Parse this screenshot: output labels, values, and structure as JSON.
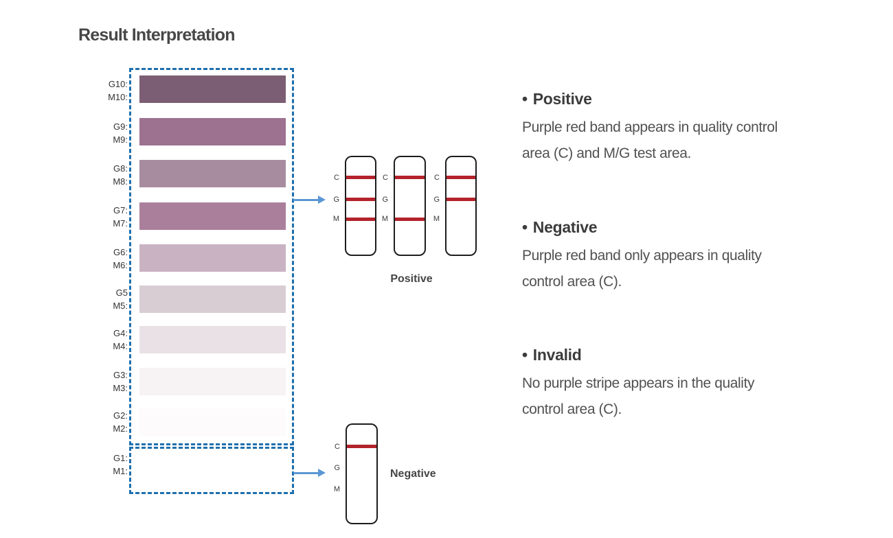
{
  "title": "Result Interpretation",
  "scale": {
    "box_color": "#1e6fad",
    "rows": [
      {
        "g": "G10:",
        "m": "M10:",
        "color": "#7b5e73"
      },
      {
        "g": "G9:",
        "m": "M9:",
        "color": "#9d7190"
      },
      {
        "g": "G8:",
        "m": "M8:",
        "color": "#a78ca0"
      },
      {
        "g": "G7:",
        "m": "M7:",
        "color": "#aa7f9b"
      },
      {
        "g": "G6:",
        "m": "M6:",
        "color": "#c9b3c3"
      },
      {
        "g": "G5",
        "m": "M5:",
        "color": "#d9cdd4"
      },
      {
        "g": "G4:",
        "m": "M4:",
        "color": "#e9e1e5"
      },
      {
        "g": "G3:",
        "m": "M3:",
        "color": "#f7f2f4"
      },
      {
        "g": "G2:",
        "m": "M2:",
        "color": "#fdfbfc"
      },
      {
        "g": "G1:",
        "m": "M1:",
        "color": "#ffffff"
      }
    ]
  },
  "cassettes": {
    "band_color": "#b3232b",
    "arrow_color": "#5b97d5",
    "marker_labels": [
      "C",
      "G",
      "M"
    ],
    "positive": {
      "label": "Positive",
      "strips": [
        [
          "C",
          "G",
          "M"
        ],
        [
          "C",
          "M"
        ],
        [
          "C",
          "G"
        ]
      ]
    },
    "negative": {
      "label": "Negative",
      "strips": [
        [
          "C"
        ]
      ]
    }
  },
  "sections": [
    {
      "bullet": "•",
      "heading": "Positive",
      "lines": [
        "Purple red band appears in quality control",
        "area (C) and M/G test area."
      ]
    },
    {
      "bullet": "•",
      "heading": "Negative",
      "lines": [
        "Purple red band only appears in quality",
        "control area (C)."
      ]
    },
    {
      "bullet": "•",
      "heading": "Invalid",
      "lines": [
        "No purple stripe appears in the quality",
        "control area (C)."
      ]
    }
  ]
}
